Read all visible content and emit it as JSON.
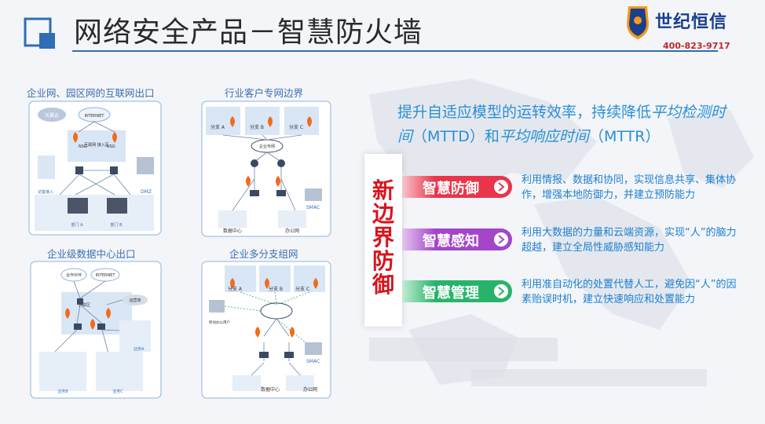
{
  "header": {
    "title": "网络安全产品－智慧防火墙",
    "logo_text": "世纪恒信",
    "phone": "400-823-9717"
  },
  "diagrams": {
    "d1": {
      "title": "企业网、园区网的互联网出口",
      "labels": {
        "cloud_isp": "天翼云",
        "cloud_internet": "INTERNET",
        "nsg_left": "NSG",
        "nsg_right": "NSG",
        "hub": "互联网\n接入区",
        "mobile": "访客接入",
        "dmz": "DMZ",
        "dept_a": "部门 A",
        "dept_b": "部门 B"
      }
    },
    "d2": {
      "title": "行业客户专网边界",
      "labels": {
        "branch_a": "分支 A",
        "branch_b": "分支 B",
        "branch_c": "分支 C",
        "private": "企业专网",
        "smac": "SMAC",
        "dc": "数据中心",
        "office": "办公网"
      }
    },
    "d3": {
      "title": "企业级数据中心出口",
      "labels": {
        "cloud_a": "合作伙伴",
        "cloud_internet": "INTERNET",
        "extern": "外联区",
        "remote": "运营商",
        "biz_a": "业务A",
        "biz_b": "业务B",
        "biz_c": "业务C"
      }
    },
    "d4": {
      "title": "企业多分支组网",
      "labels": {
        "branch_a": "分支 A",
        "branch_b": "分支 B",
        "branch_c": "分支 C",
        "mobile": "移动办公用户",
        "smac": "SMAC",
        "dc": "数据中心",
        "office": "办公网"
      }
    }
  },
  "headline": {
    "part1": "提升自适应模型的运转效率，持续降低",
    "em1": "平均检测时间",
    "part2": "（MTTD）和",
    "em2": "平均响应时间",
    "part3": "（MTTR）"
  },
  "side_title": [
    "新",
    "边",
    "界",
    "防",
    "御"
  ],
  "features": [
    {
      "label": "智慧防御",
      "color": "#e8354b",
      "desc": "利用情报、数据和协同，实现信息共享、集体协作，增强本地防御力，并建立预防能力"
    },
    {
      "label": "智慧感知",
      "color": "#a346c9",
      "desc": "利用大数据的力量和云端资源，实现“人”的脑力超越，建立全局性威胁感知能力"
    },
    {
      "label": "智慧管理",
      "color": "#27b46a",
      "desc": "利用准自动化的处置代替人工，避免因“人”的因素贻误时机，建立快速响应和处置能力"
    }
  ],
  "colors": {
    "accent": "#2f6db5",
    "headline": "#2a8fd6",
    "side_title": "#d7141e",
    "desc": "#1c7fd1"
  }
}
